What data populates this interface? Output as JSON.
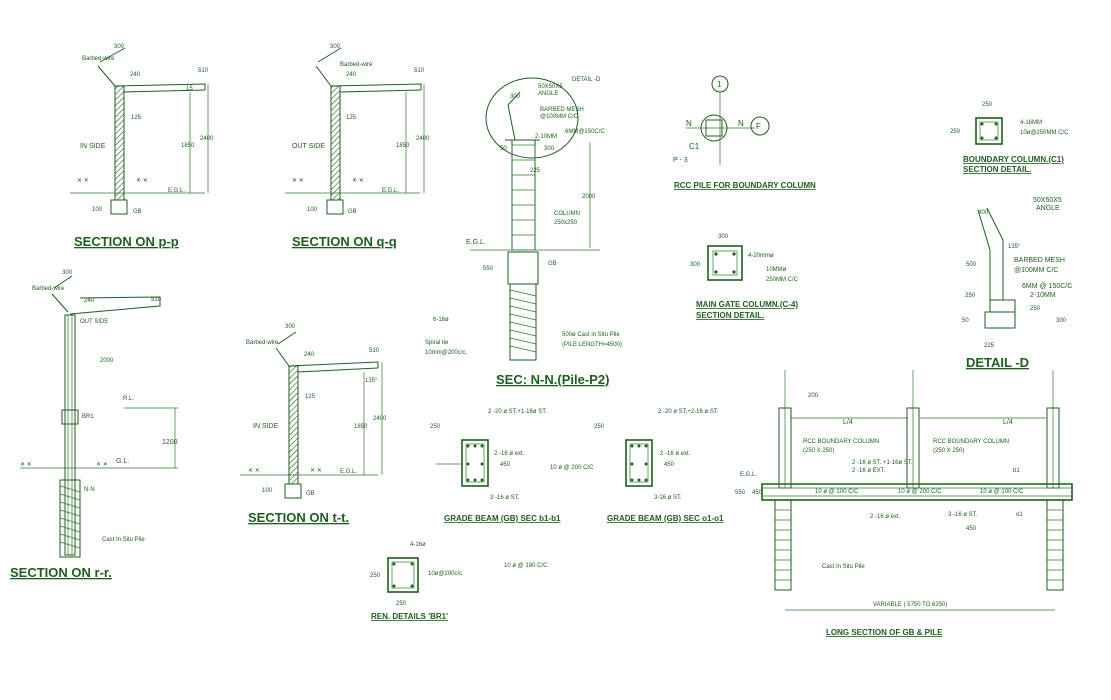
{
  "titles": {
    "section_pp": "SECTION ON p-p",
    "section_qq": "SECTION ON q-q",
    "section_rr": "SECTION ON r-r.",
    "section_tt": "SECTION ON t-t.",
    "sec_nn": "SEC: N-N.(Pile-P2)",
    "detail_d": "DETAIL -D",
    "rcc_pile": "RCC PILE FOR BOUNDARY COLUMN",
    "boundary_col_1": "BOUNDARY COLUMN.(C1)",
    "boundary_col_2": "SECTION DETAIL.",
    "main_gate_1": "MAIN GATE COLUMN.(C-4)",
    "main_gate_2": "SECTION DETAIL.",
    "gb_b1": "GRADE BEAM (GB) SEC b1-b1",
    "gb_o1": "GRADE BEAM (GB) SEC o1-o1",
    "ren_br1": "REN. DETAILS 'BR1'",
    "long_section": "LONG SECTION OF GB & PILE"
  },
  "labels": {
    "barbed_wire": "Barbed-wire",
    "inside": "IN SIDE",
    "outside": "OUT SIDE",
    "egl": "E.G.L.",
    "gb": "GB",
    "gl": "G.L.",
    "dim_300": "300",
    "dim_240": "240",
    "dim_510": "510",
    "dim_15": "15",
    "dim_125": "125",
    "dim_135": "135°",
    "dim_1850": "1850",
    "dim_2000": "2000",
    "dim_2400": "2400",
    "dim_100": "100",
    "dim_1200": "1200",
    "dim_500": "500",
    "dim_50": "50",
    "dim_225": "225",
    "dim_250": "250",
    "dim_200": "200",
    "dim_450": "450",
    "dim_550": "550",
    "br1": "BR1",
    "nn": "N-N",
    "rl": "R.L.",
    "cast_in_situ": "Cast In Situ Pile",
    "detail_d_tag": "DETAIL -D",
    "angle_50": "50X50X5",
    "angle": "ANGLE",
    "barbed_mesh": "BARBED MESH",
    "mesh_spacing": "@100MM C/C",
    "mm6": "6MM@150C/C",
    "mm6b": "6MM @ 150C/C",
    "mm2_10": "2-10MM",
    "column": "COLUMN",
    "column_size": "250x250",
    "bar_6_16": "6-16ø",
    "spiral_tie": "Spiral tie",
    "spiral_spec": "10mm@200c/c.",
    "pile_500": "500ø Cast in Situ Pile",
    "pile_length": "(PILE LENGTH=4500)",
    "n": "N",
    "f": "F",
    "c1": "C1",
    "p3": "P - 3",
    "one": "1",
    "bc_bars": "4-16MM",
    "bc_ties": "10ø@250MM C/C",
    "mg_bars": "4-20mmø",
    "mg_ties_1": "10MMø",
    "mg_ties_2": "250MM C/C",
    "gb1_top": "2 -20 ø ST.+1-16ø ST.",
    "gb1_ext": "2 -16 ø ext.",
    "gb1_bot": "3 -16 ø ST.",
    "gb2_top": "2 -20 ø ST.+2-16 ø ST.",
    "gb2_ext": "2 -16 ø ext.",
    "gb2_ties": "10 ø @ 200 C/C",
    "gb2_bot": "3-16 ø ST.",
    "br_bars": "4-16ø",
    "br_ties": "10ø@200c/c",
    "br_ties2": "10 ø @ 180 C/C",
    "ls_l4": "L/4",
    "ls_rcc1": "RCC BOUNDARY COLUMN",
    "ls_rcc1_size": "(250 X 250)",
    "ls_st": "2 -16 ø ST. +1-16ø ST.",
    "ls_ext": "2 -16 ø EXT.",
    "ls_ties1": "10 ø @ 100 C/C",
    "ls_ties2": "10 ø @ 200 C/C",
    "ls_ties3": "10 ø @ 100 C/C",
    "ls_ext2": "2 -16 ø ext.",
    "ls_st2": "3 -16 ø ST.",
    "ls_variable": "VARIABLE ( 5750 TO 6250)",
    "ls_b1": "b1",
    "ls_o1": "o1",
    "ls_cast": "Cast In Situ Pile"
  },
  "colors": {
    "line": "#1e5e1e",
    "background": "#ffffff"
  }
}
